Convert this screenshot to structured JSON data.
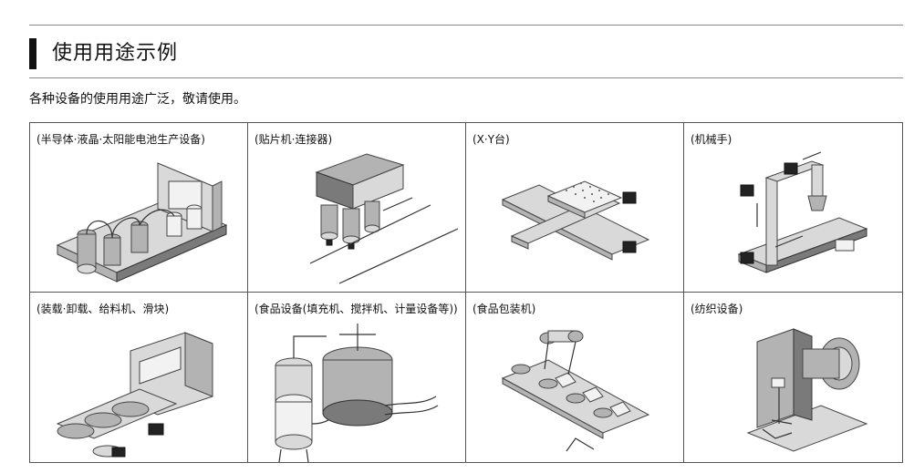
{
  "section": {
    "title": "使用用途示例",
    "intro": "各种设备的使用用途广泛，敬请使用。"
  },
  "examples": [
    {
      "label": "(半导体·液晶·太阳能电池生产设备)",
      "icon": "semiconductor-equipment"
    },
    {
      "label": "(贴片机·连接器)",
      "icon": "chip-mounter"
    },
    {
      "label": "(X·Y台)",
      "icon": "xy-table"
    },
    {
      "label": "(机械手)",
      "icon": "robot-arm"
    },
    {
      "label": "(装载·卸载、给料机、滑块)",
      "icon": "conveyor-loader"
    },
    {
      "label": "(食品设备(填充机、搅拌机、计量设备等))",
      "icon": "food-filling-machine"
    },
    {
      "label": "(食品包装机)",
      "icon": "food-packaging-machine"
    },
    {
      "label": "(纺织设备)",
      "icon": "textile-machine"
    }
  ]
}
